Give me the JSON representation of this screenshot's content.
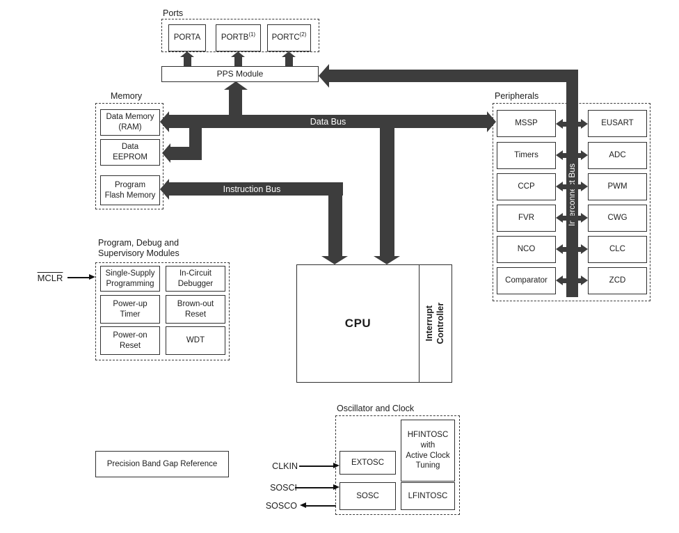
{
  "colors": {
    "bus": "#3d3d3d",
    "border": "#2e2e2e",
    "background": "#ffffff"
  },
  "ports": {
    "title": "Ports",
    "items": [
      {
        "name": "PORTA",
        "sup": ""
      },
      {
        "name": "PORTB",
        "sup": "(1)"
      },
      {
        "name": "PORTC",
        "sup": "(2)"
      }
    ]
  },
  "pps": {
    "label": "PPS Module"
  },
  "memory": {
    "title": "Memory",
    "items": [
      {
        "line1": "Data Memory",
        "line2": "(RAM)"
      },
      {
        "line1": "Data",
        "line2": "EEPROM"
      },
      {
        "line1": "Program",
        "line2": "Flash Memory"
      }
    ]
  },
  "buses": {
    "data": "Data Bus",
    "instruction": "Instruction Bus",
    "interconnect": "Interconnect Bus"
  },
  "cpu": {
    "label": "CPU",
    "interrupt": {
      "line1": "Interrupt",
      "line2": "Controller"
    }
  },
  "peripherals": {
    "title": "Peripherals",
    "left": [
      "MSSP",
      "Timers",
      "CCP",
      "FVR",
      "NCO",
      "Comparator"
    ],
    "right": [
      "EUSART",
      "ADC",
      "PWM",
      "CWG",
      "CLC",
      "ZCD"
    ]
  },
  "debug": {
    "title": {
      "line1": "Program, Debug and",
      "line2": "Supervisory Modules"
    },
    "mclr": "MCLR",
    "boxes": [
      {
        "line1": "Single-Supply",
        "line2": "Programming"
      },
      {
        "line1": "In-Circuit",
        "line2": "Debugger"
      },
      {
        "line1": "Power-up",
        "line2": "Timer"
      },
      {
        "line1": "Brown-out",
        "line2": "Reset"
      },
      {
        "line1": "Power-on",
        "line2": "Reset"
      },
      {
        "line1": "WDT",
        "line2": ""
      }
    ]
  },
  "oscillator": {
    "title": "Oscillator and Clock",
    "extosc": "EXTOSC",
    "hfintosc": {
      "line1": "HFINTOSC",
      "line2": "with",
      "line3": "Active Clock",
      "line4": "Tuning"
    },
    "sosc": "SOSC",
    "lfintosc": "LFINTOSC",
    "pins": {
      "clkin": "CLKIN",
      "sosci": "SOSCI",
      "sosco": "SOSCO"
    }
  },
  "bandgap": {
    "label": "Precision Band Gap Reference"
  }
}
